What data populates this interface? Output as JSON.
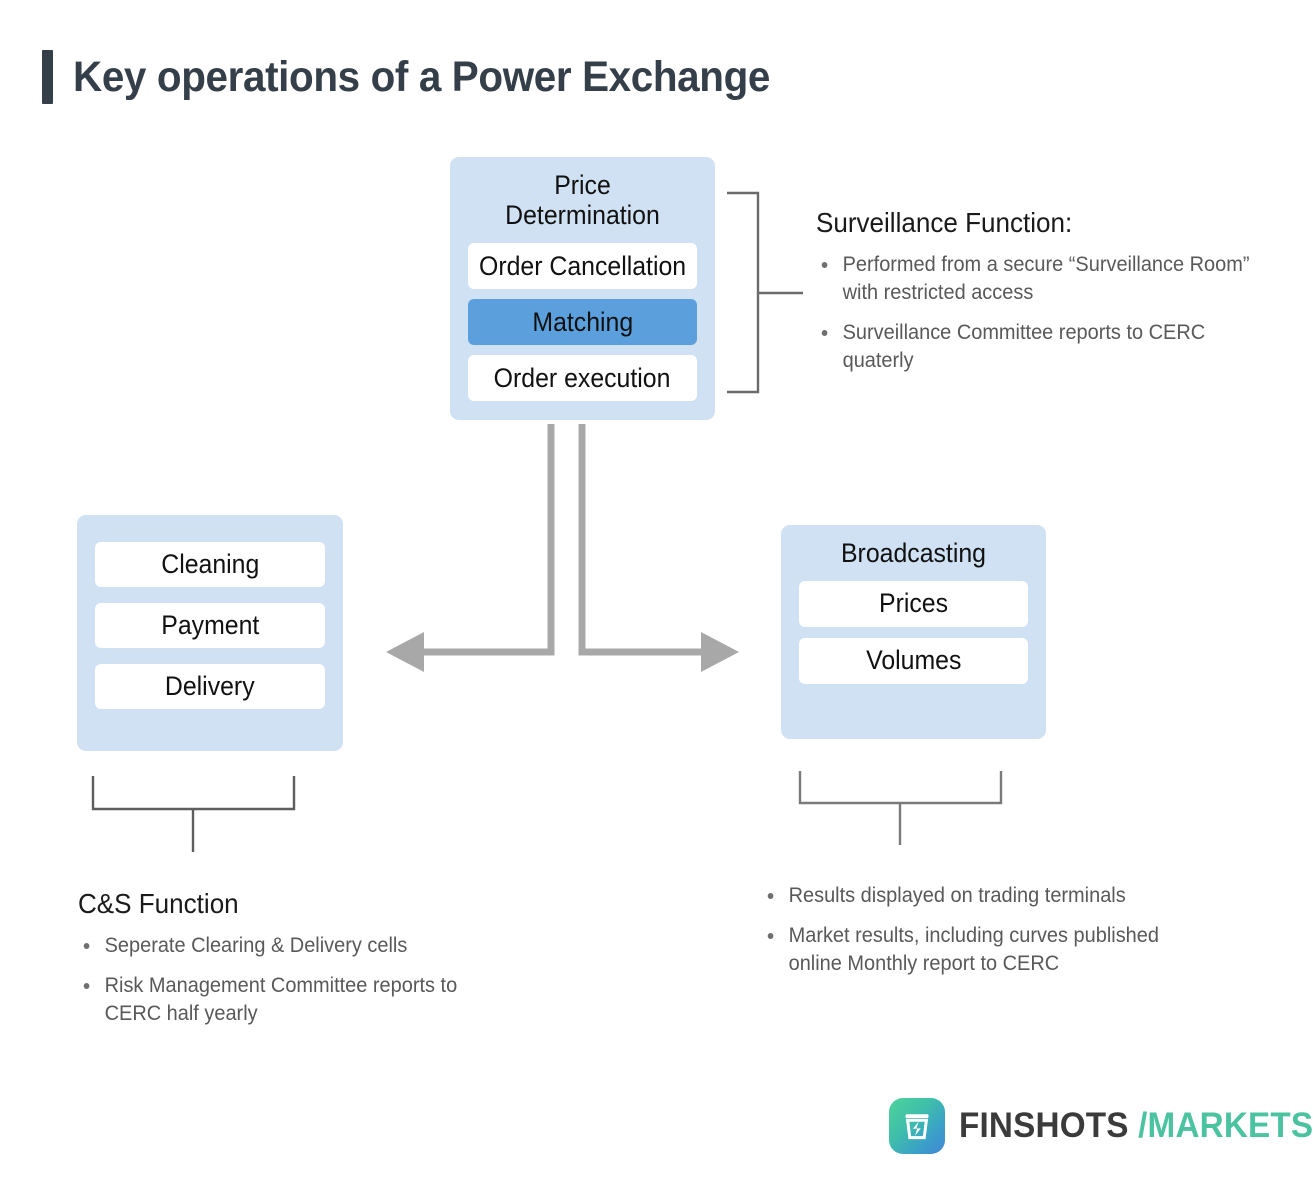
{
  "page": {
    "title": "Key operations of a Power Exchange",
    "accent_dark": "#343f49",
    "box_fill": "#cfe1f2",
    "chip_fill": "#ffffff",
    "highlight_fill": "#5ba0dd",
    "connector_gray": "#a8a8a8",
    "bracket_gray": "#6b6b6b",
    "body_text": "#595959"
  },
  "price_box": {
    "header": "Price Determination",
    "items": [
      {
        "label": "Order Cancellation",
        "highlighted": false
      },
      {
        "label": "Matching",
        "highlighted": true
      },
      {
        "label": "Order execution",
        "highlighted": false
      }
    ]
  },
  "cs_box": {
    "header": "",
    "items": [
      {
        "label": "Cleaning"
      },
      {
        "label": "Payment"
      },
      {
        "label": "Delivery"
      }
    ]
  },
  "broadcast_box": {
    "header": "Broadcasting",
    "items": [
      {
        "label": "Prices"
      },
      {
        "label": "Volumes"
      }
    ]
  },
  "surveillance_note": {
    "title": "Surveillance Function:",
    "bullets": [
      "Performed from a secure “Surveillance Room” with restricted access",
      "Surveillance Committee reports to CERC quaterly"
    ]
  },
  "cs_note": {
    "title": "C&S Function",
    "bullets": [
      "Seperate Clearing & Delivery cells",
      "Risk Management Committee reports to CERC half yearly"
    ]
  },
  "broadcast_note": {
    "title": "",
    "bullets": [
      "Results displayed on trading terminals",
      "Market results, including curves published online Monthly report to CERC"
    ]
  },
  "footer": {
    "brand_primary": "FINSHOTS",
    "brand_secondary": "/MARKETS",
    "brand_primary_color": "#3b3b3b",
    "brand_secondary_color": "#4cc3a0"
  }
}
